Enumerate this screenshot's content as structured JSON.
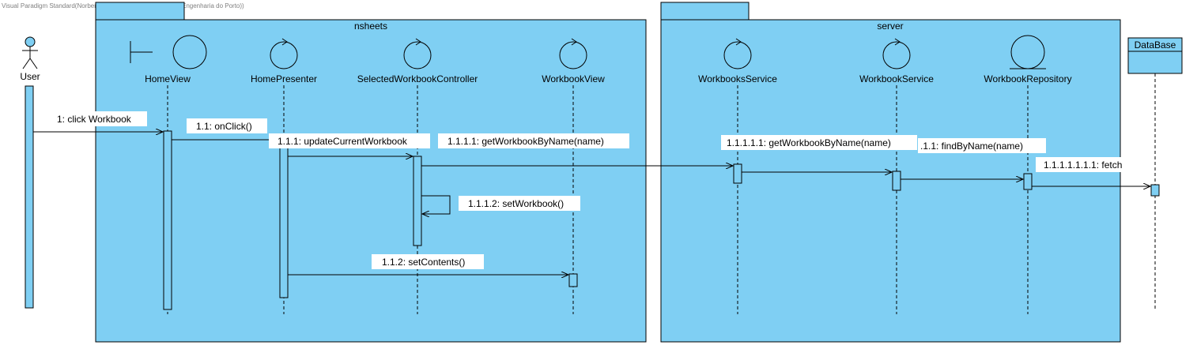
{
  "watermark": "Visual Paradigm Standard(Norberto Sousa(Instituto Superior de Engenharia do Porto))",
  "packages": {
    "left": {
      "name": "nsheets"
    },
    "right": {
      "name": "server"
    }
  },
  "colors": {
    "fill": "#7fcff3",
    "stroke": "#000000",
    "label_bg": "#ffffff"
  },
  "lifelines": {
    "user": "User",
    "home_view": "HomeView",
    "home_presenter": "HomePresenter",
    "selected_controller": "SelectedWorkbookController",
    "workbook_view": "WorkbookView",
    "workbooks_service": "WorkbooksService",
    "workbook_service": "WorkbookService",
    "workbook_repository": "WorkbookRepository",
    "database": "DataBase"
  },
  "messages": {
    "m1": "1: click Workbook",
    "m2": "1.1: onClick()",
    "m3": "1.1.1: updateCurrentWorkbook",
    "m4": "1.1.1.1: getWorkbookByName(name)",
    "m5": "1.1.1.1.1: getWorkbookByName(name)",
    "m6": ".1.1: findByName(name)",
    "m7": "1.1.1.1.1.1.1: fetch",
    "m8": "1.1.1.2: setWorkbook()",
    "m9": "1.1.2: setContents()"
  }
}
